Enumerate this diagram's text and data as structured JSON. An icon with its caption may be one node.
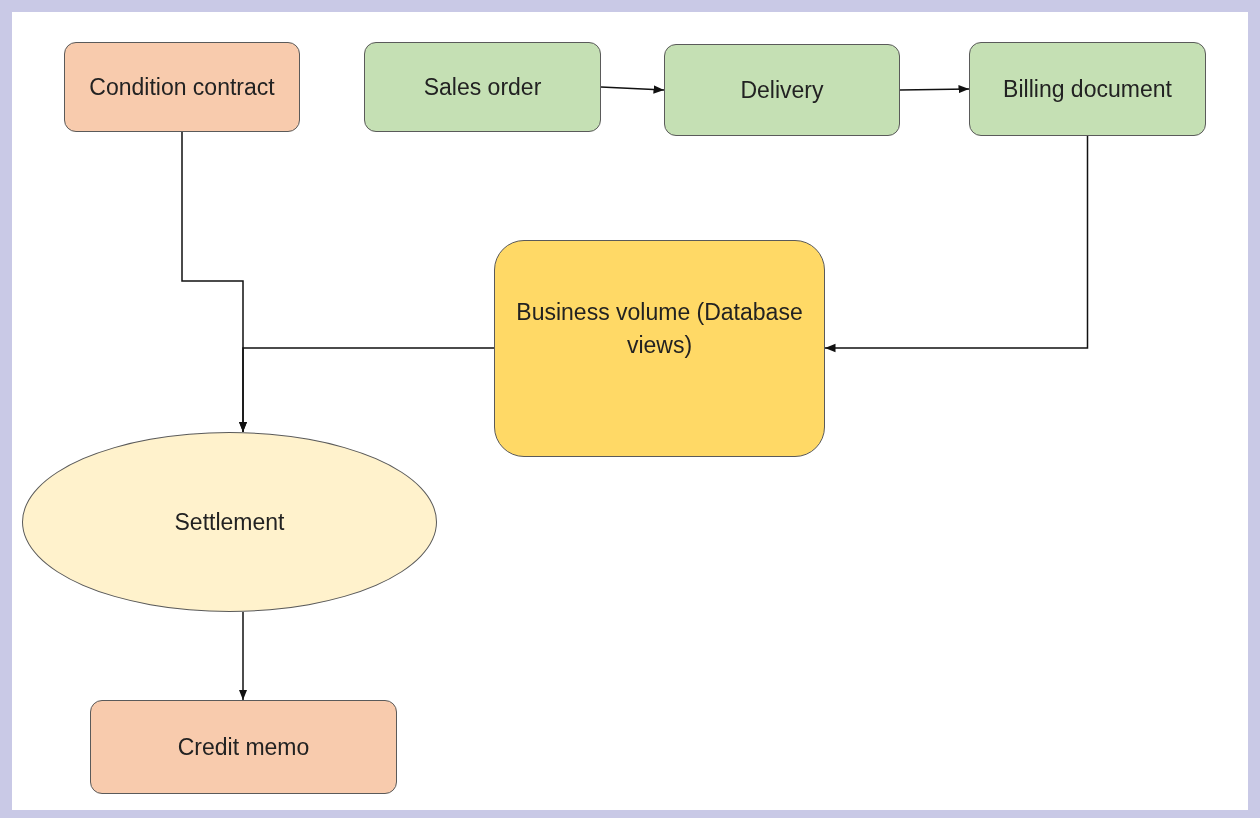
{
  "diagram": {
    "nodes": [
      {
        "text": [
          "Condition contract"
        ]
      },
      {
        "text": [
          "Sales order"
        ]
      },
      {
        "text": [
          "Delivery"
        ]
      },
      {
        "text": [
          "Billing document"
        ]
      },
      {
        "text": [
          "Business volume (Database views)"
        ]
      },
      {
        "text": [
          "Settlement"
        ]
      },
      {
        "text": [
          "Credit memo"
        ]
      }
    ],
    "edges": [
      {
        "from": 1,
        "to": 2,
        "arrow": "to"
      },
      {
        "from": 2,
        "to": 3,
        "arrow": "to"
      },
      {
        "from": 3,
        "to": 4,
        "arrow": "to"
      },
      {
        "from": 0,
        "to": 5,
        "arrow": "to"
      },
      {
        "from": 4,
        "to": 5,
        "arrow": "to"
      },
      {
        "from": 5,
        "to": 6,
        "arrow": "to"
      }
    ]
  }
}
